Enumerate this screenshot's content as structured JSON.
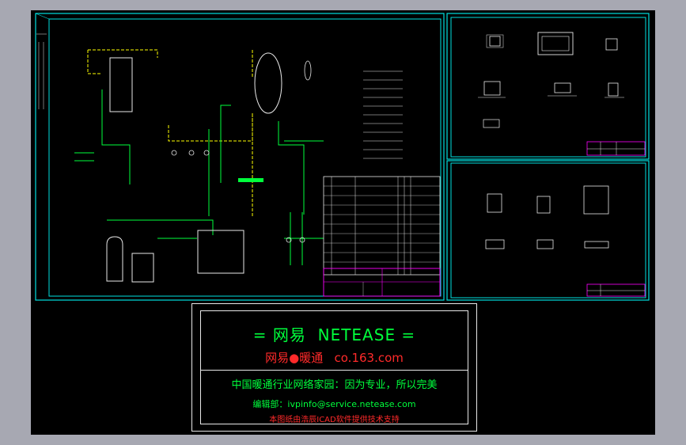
{
  "colors": {
    "background": "#a7a8b2",
    "canvas": "#000000",
    "frame": "#00e0e0",
    "line_green": "#00ff3c",
    "line_yellow": "#ffff00",
    "line_white": "#e8e8e8",
    "line_magenta": "#ff00ff",
    "accent_red": "#ff2a2a"
  },
  "banner": {
    "title": "= 网易  NETEASE =",
    "subtitle_left": "网易",
    "subtitle_dot": "●",
    "subtitle_right": "暖通   co.163.com",
    "slogan": "中国暖通行业网络家园：因为专业，所以完美",
    "editor": "编辑部：ivpinfo@service.netease.com",
    "note": "本图纸由浩辰ICAD软件提供技术支持"
  }
}
